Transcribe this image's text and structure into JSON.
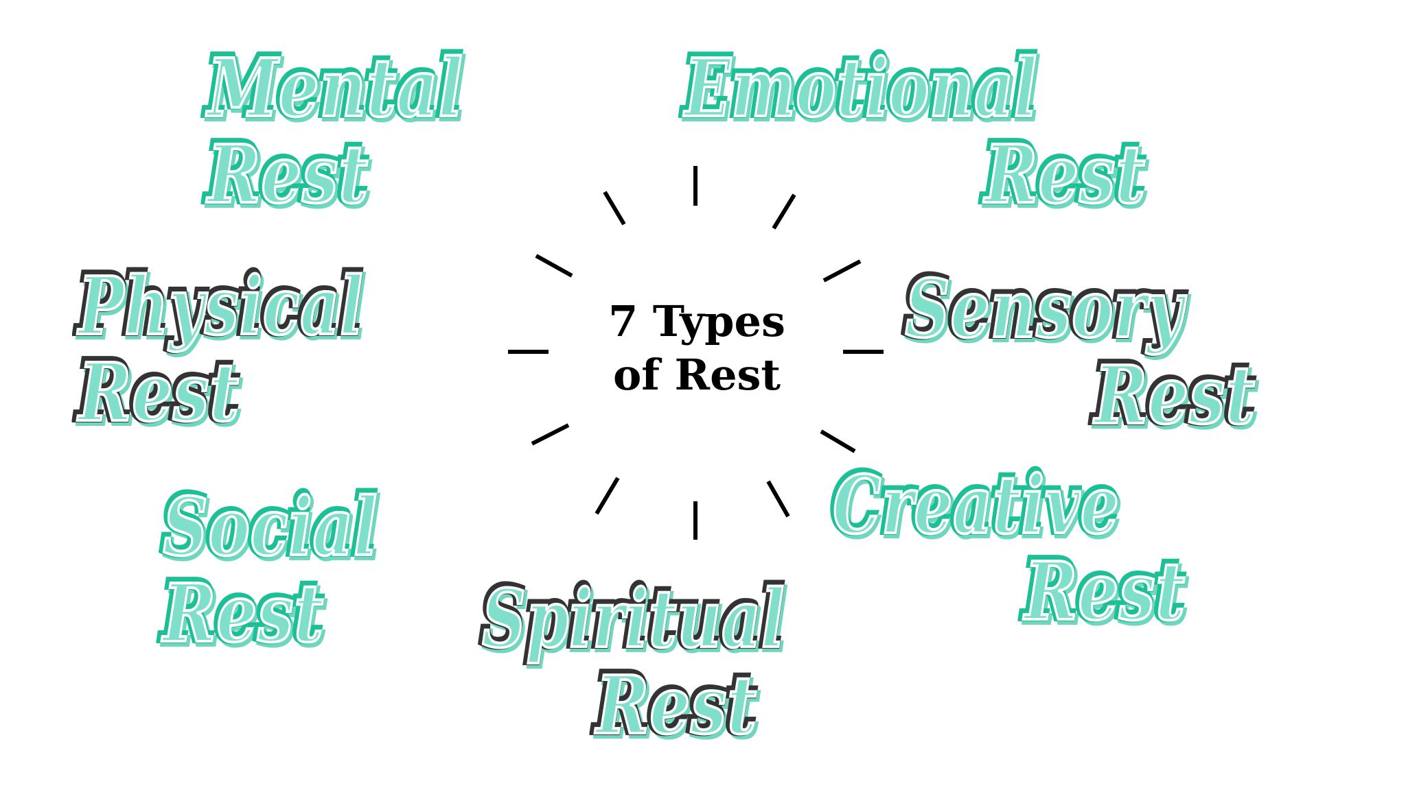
{
  "title": {
    "line1": "7 Types",
    "line2": "of Rest"
  },
  "colors": {
    "teal_fill": "#80dfca",
    "teal_outline": "#1dbf97",
    "dark_outline": "#333333",
    "shadow": "#6fd6bf",
    "burst_lines": "#000000",
    "background": "#ffffff"
  },
  "rest_types": [
    {
      "name": "mental",
      "line1": "Mental",
      "line2": "Rest",
      "style": "teal"
    },
    {
      "name": "emotional",
      "line1": "Emotional",
      "line2": "Rest",
      "style": "teal"
    },
    {
      "name": "physical",
      "line1": "Physical",
      "line2": "Rest",
      "style": "dark"
    },
    {
      "name": "sensory",
      "line1": "Sensory",
      "line2": "Rest",
      "style": "dark"
    },
    {
      "name": "social",
      "line1": "Social",
      "line2": "Rest",
      "style": "teal"
    },
    {
      "name": "creative",
      "line1": "Creative",
      "line2": "Rest",
      "style": "teal"
    },
    {
      "name": "spiritual",
      "line1": "Spiritual",
      "line2": "Rest",
      "style": "dark"
    }
  ]
}
